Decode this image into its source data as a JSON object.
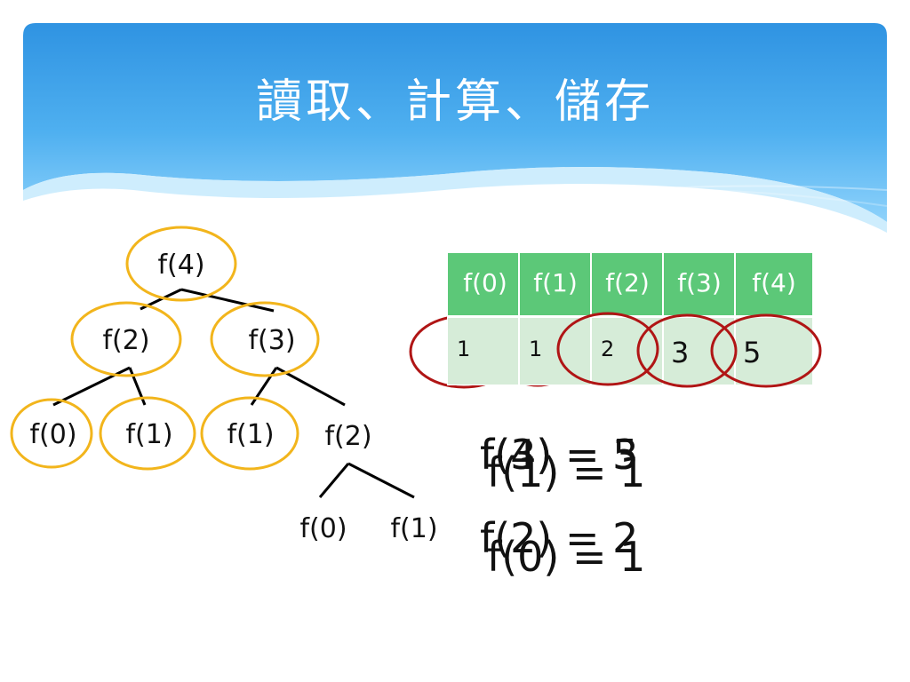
{
  "slide": {
    "title": "讀取、計算、儲存"
  },
  "tree": {
    "nodes": [
      "f(4)",
      "f(2)",
      "f(3)",
      "f(0)",
      "f(1)",
      "f(1)",
      "f(2)",
      "f(0)",
      "f(1)"
    ]
  },
  "memo_table": {
    "headers": [
      "f(0)",
      "f(1)",
      "f(2)",
      "f(3)",
      "f(4)"
    ],
    "values": [
      "1",
      "1",
      "2",
      "3",
      "5"
    ]
  },
  "equations": [
    "f(4) = 5",
    "f(3) = 3",
    "f(1) = 1",
    "f(2) = 2",
    "f(0) = 1"
  ],
  "colors": {
    "header_blue": "#3a9be6",
    "highlight_orange": "#f2b51c",
    "highlight_red": "#b01515",
    "table_head_green": "#5cc878",
    "table_cell_green": "#d6ecd8"
  }
}
